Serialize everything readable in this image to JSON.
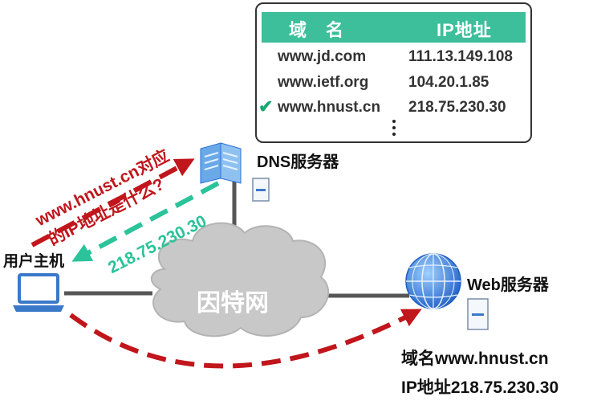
{
  "dns_table": {
    "header_domain": "域　名",
    "header_ip": "IP地址",
    "rows": [
      {
        "domain": "www.jd.com",
        "ip": "111.13.149.108",
        "checked": false
      },
      {
        "domain": "www.ietf.org",
        "ip": "104.20.1.85",
        "checked": false
      },
      {
        "domain": "www.hnust.cn",
        "ip": "218.75.230.30",
        "checked": true
      }
    ],
    "check_mark": "✔"
  },
  "labels": {
    "dns_server": "DNS服务器",
    "web_server": "Web服务器",
    "user_host": "用户主机",
    "internet": "因特网",
    "query_line1": "www.hnust.cn对应",
    "query_line2": "的IP地址是什么?",
    "answer": "218.75.230.30",
    "web_domain": "域名www.hnust.cn",
    "web_ip": "IP地址218.75.230.30"
  },
  "colors": {
    "query_arrow": "#c0161c",
    "answer_arrow": "#2bc39a",
    "table_header": "#3cbf9a",
    "cloud": "#c8c8c8",
    "icon_blue": "#2a6fd6"
  }
}
